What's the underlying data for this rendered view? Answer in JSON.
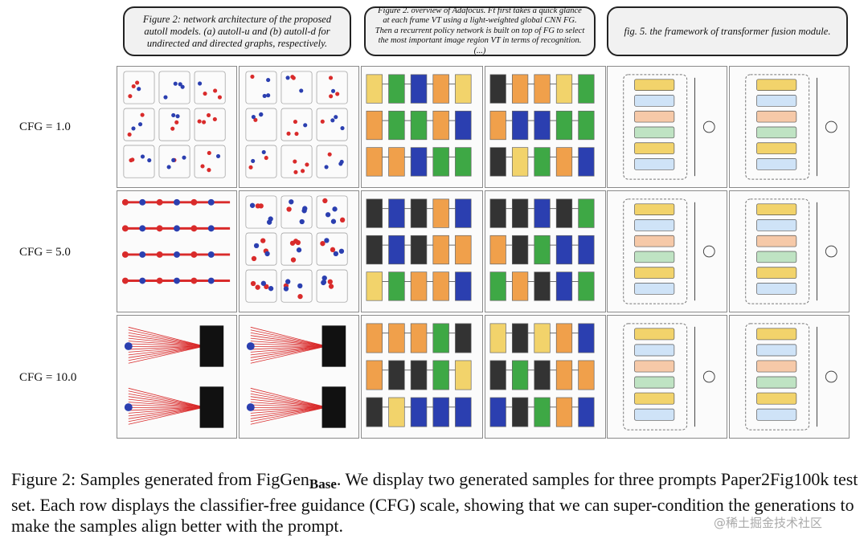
{
  "prompts": [
    "Figure 2: network architecture of the proposed autoll models. (a) autoll-u and (b) autoll-d for undirected and directed graphs, respectively.",
    "Figure 2. overview of Adafocus. Ft first takes a quick glance at each frame VT using a light-weighted global CNN FG. Then a recurrent policy network is built on top of FG to select the most important image region VT in terms of recognition. (...)",
    "fig. 5. the framework of transformer fusion module."
  ],
  "rows": [
    {
      "label": "CFG = 1.0"
    },
    {
      "label": "CFG = 5.0"
    },
    {
      "label": "CFG = 10.0"
    }
  ],
  "caption": {
    "lead": "Figure 2: Samples generated from FigGen",
    "subscript": "Base",
    "rest": ". We display two generated samples for three prompts Paper2Fig100k test set. Each row displays the classifier-free guidance (CFG) scale, showing that we can super-condition the generations to make the samples align better with the prompt."
  },
  "watermark": "@稀土掘金技术社区",
  "colors": {
    "red": "#d92b2b",
    "blue": "#2b3fb0",
    "green": "#3ea845",
    "gray": "#9a9a9a",
    "yellow": "#f2d36b",
    "orange": "#f0a04b"
  }
}
